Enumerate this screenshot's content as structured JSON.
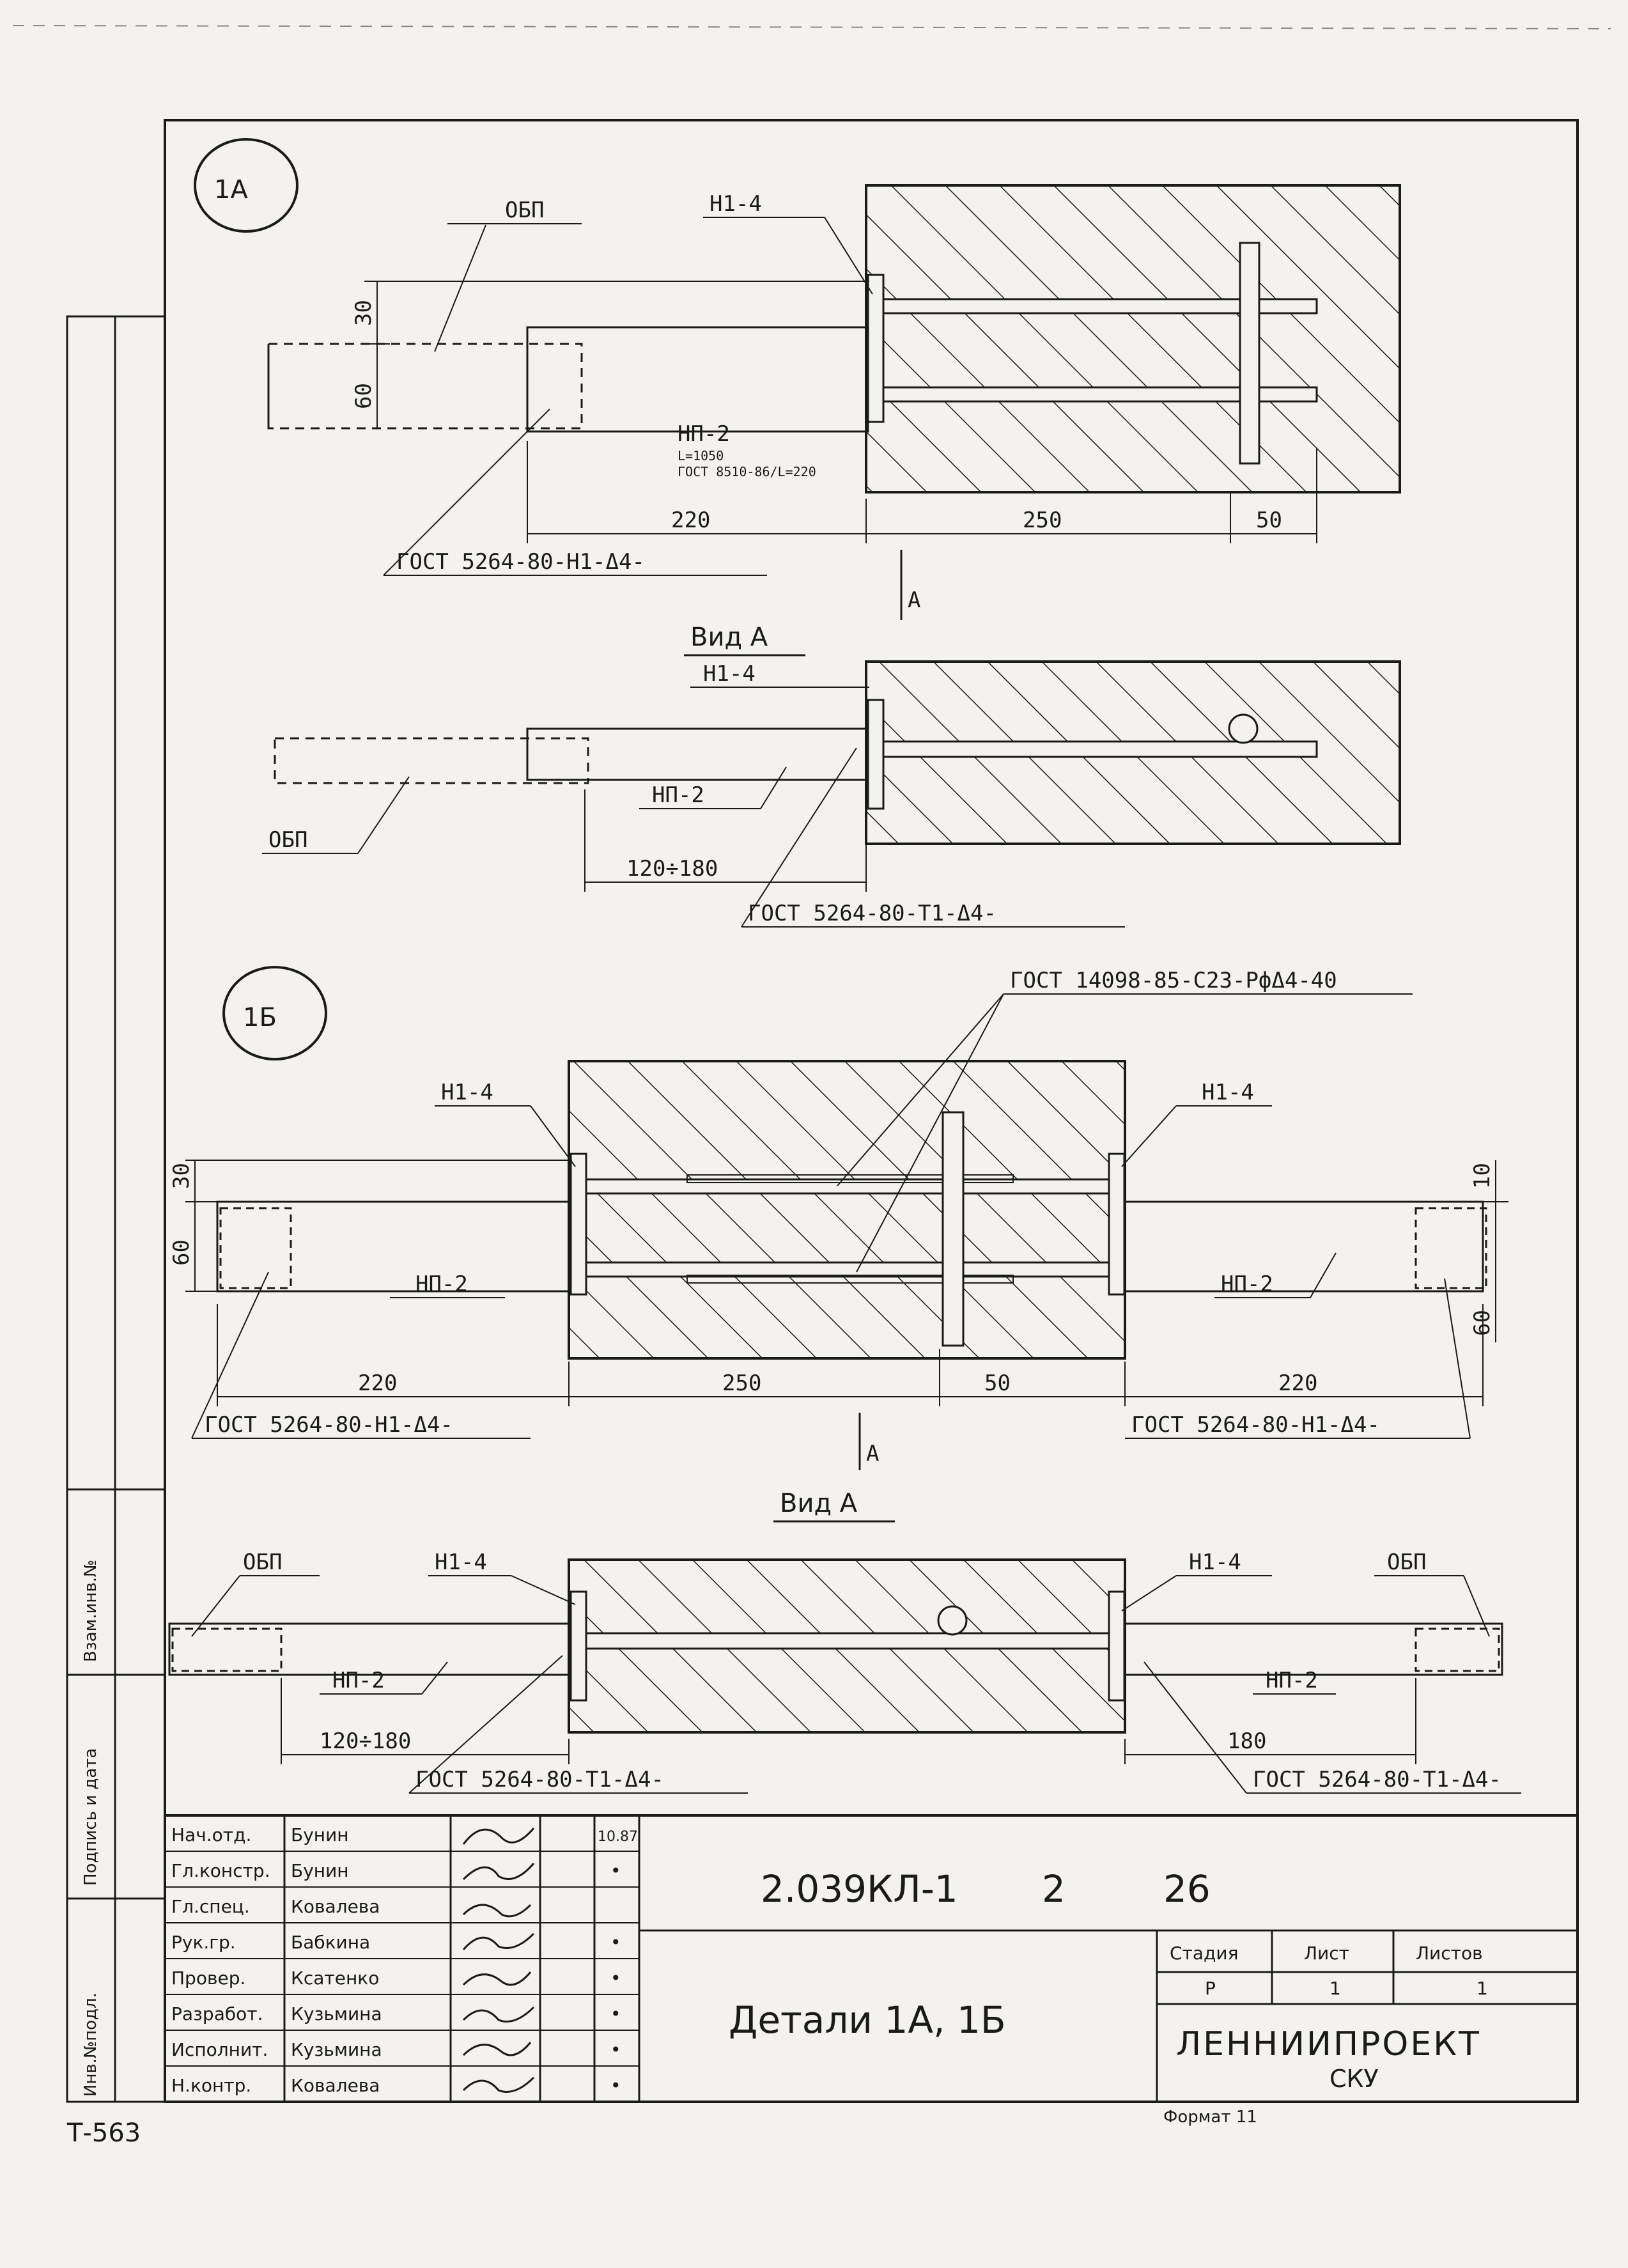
{
  "details": {
    "d1a": {
      "marker": "1А",
      "labels": {
        "obp": "ОБП",
        "n1": "Н1-4",
        "np2": "НП-2",
        "np2_note_1": "L=1050",
        "np2_note_2": "ГОСТ 8510-86/L=220",
        "weld": "ГОСТ 5264-80-Н1-Δ4-",
        "dim_30": "30",
        "dim_60": "60",
        "dim_220": "220",
        "dim_250": "250",
        "dim_50": "50",
        "section_arrow": "А"
      },
      "view": {
        "title": "Вид А",
        "n1": "Н1-4",
        "np2": "НП-2",
        "obp": "ОБП",
        "dim_range": "120÷180",
        "weld": "ГОСТ 5264-80-Т1-Δ4-"
      }
    },
    "d1b": {
      "marker": "1Б",
      "labels": {
        "weld_top": "ГОСТ 14098-85-С23-РфΔ4-40",
        "n1_left": "Н1-4",
        "n1_right": "Н1-4",
        "np2_left": "НП-2",
        "np2_right": "НП-2",
        "dim_30": "30",
        "dim_60_left": "60",
        "dim_10": "10",
        "dim_60_right": "60",
        "dim_220_left": "220",
        "dim_250": "250",
        "dim_50": "50",
        "dim_220_right": "220",
        "weld_left": "ГОСТ 5264-80-Н1-Δ4-",
        "weld_right": "ГОСТ 5264-80-Н1-Δ4-",
        "section_arrow": "А"
      },
      "view": {
        "title": "Вид А",
        "obp_left": "ОБП",
        "obp_right": "ОБП",
        "n1_left": "Н1-4",
        "n1_right": "Н1-4",
        "np2_left": "НП-2",
        "np2_right": "НП-2",
        "dim_range": "120÷180",
        "dim_180": "180",
        "weld_left": "ГОСТ 5264-80-Т1-Δ4-",
        "weld_right": "ГОСТ 5264-80-Т1-Δ4-"
      }
    }
  },
  "side_stamp": [
    "Взам.инв.№",
    "Подпись и дата",
    "Инв.№подл."
  ],
  "title_block": {
    "doc_code": "2.039КЛ-1",
    "issue": "2",
    "page_no": "26",
    "sheet_title": "Детали 1А, 1Б",
    "stage_label": "Стадия",
    "stage": "Р",
    "sheet_label": "Лист",
    "sheet": "1",
    "sheets_label": "Листов",
    "sheets": "1",
    "org": "ЛЕННИИПРОЕКТ",
    "org_sub": "СКУ",
    "people": [
      {
        "role": "Нач.отд.",
        "name": "Бунин",
        "date": "10.87"
      },
      {
        "role": "Гл.констр.",
        "name": "Бунин",
        "date": "•"
      },
      {
        "role": "Гл.спец.",
        "name": "Ковалева",
        "date": ""
      },
      {
        "role": "Рук.гр.",
        "name": "Бабкина",
        "date": "•"
      },
      {
        "role": "Провер.",
        "name": "Ксатенко",
        "date": "•"
      },
      {
        "role": "Разработ.",
        "name": "Кузьмина",
        "date": "•"
      },
      {
        "role": "Исполнит.",
        "name": "Кузьмина",
        "date": "•"
      },
      {
        "role": "Н.контр.",
        "name": "Ковалева",
        "date": "•"
      }
    ]
  },
  "footer": {
    "sheet_ref": "Т-563",
    "format": "Формат 11"
  }
}
